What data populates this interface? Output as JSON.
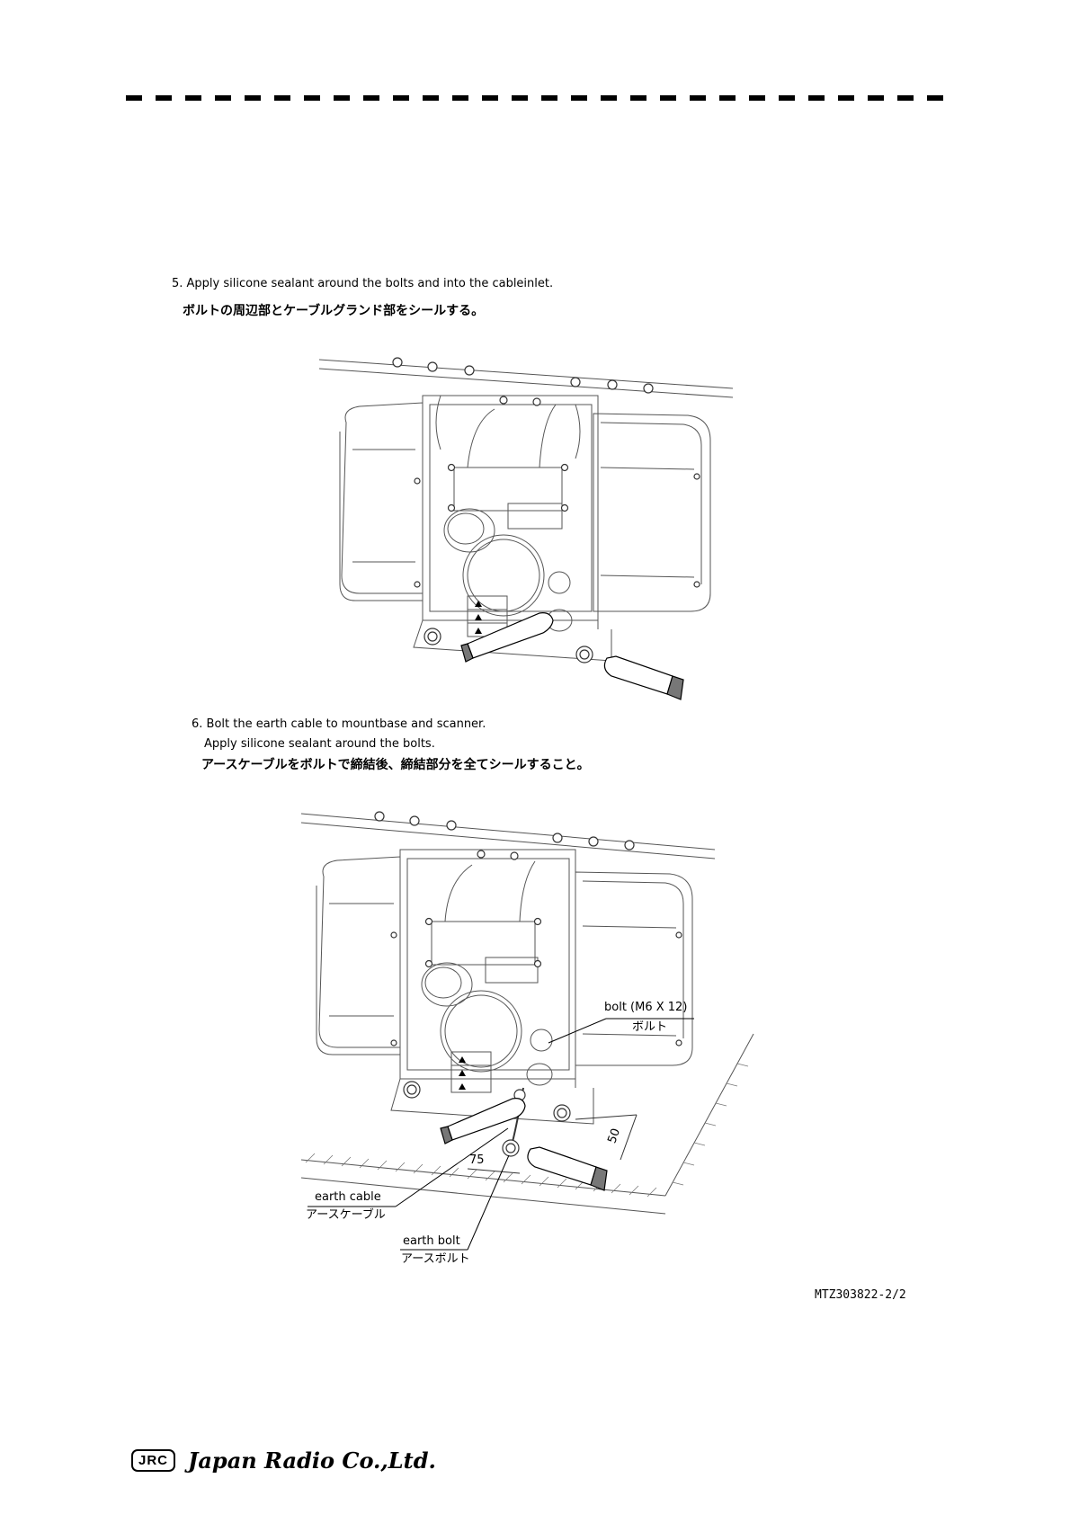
{
  "step5": {
    "en": "5. Apply silicone sealant around the bolts and into the cableinlet.",
    "jp": "ボルトの周辺部とケーブルグランド部をシールする。"
  },
  "step6": {
    "en_line1": "6. Bolt the earth cable to mountbase and scanner.",
    "en_line2": "Apply silicone sealant around the bolts.",
    "jp": "アースケーブルをボルトで締結後、締結部分を全てシールすること。"
  },
  "fig2_labels": {
    "bolt_en": "bolt (M6 X 12)",
    "bolt_jp": "ボルト",
    "earth_cable_en": "earth cable",
    "earth_cable_jp": "アースケーブル",
    "earth_bolt_en": "earth bolt",
    "earth_bolt_jp": "アースボルト",
    "dim_75": "75",
    "dim_50": "50"
  },
  "doc_number": "MTZ303822-2/2",
  "footer": {
    "badge": "JRC",
    "company": "Japan Radio Co.,Ltd."
  }
}
